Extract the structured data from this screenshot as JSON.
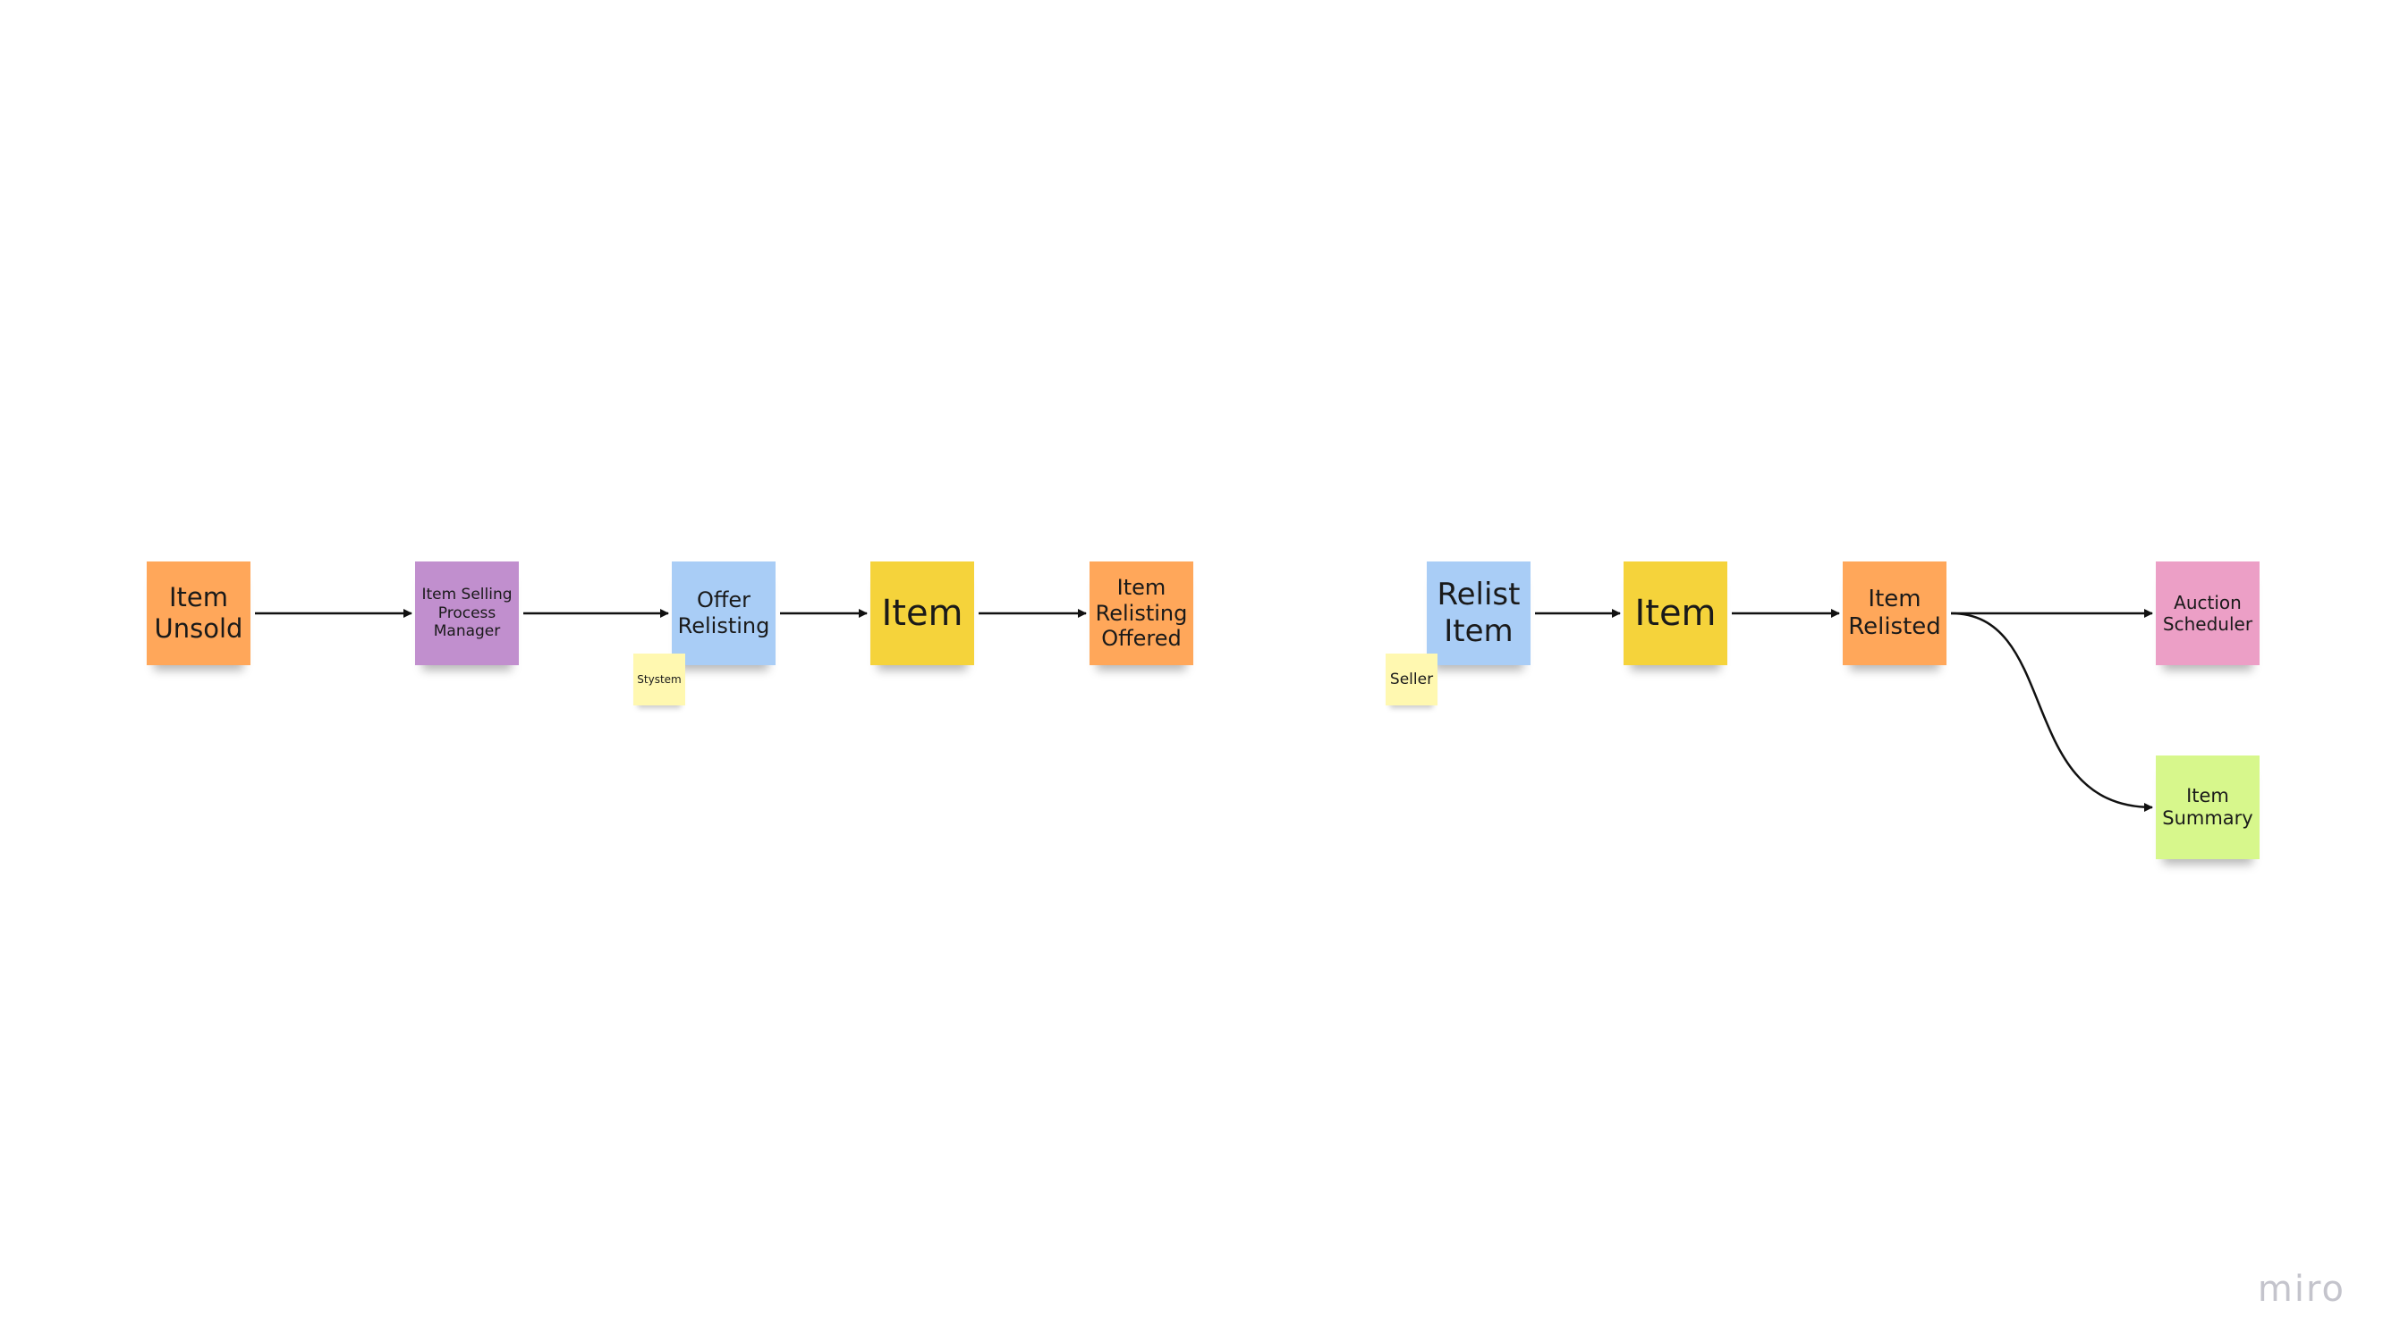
{
  "brand": {
    "logo_text": "miro"
  },
  "colors": {
    "orange": "#ffa75a",
    "purple": "#c18fce",
    "blue": "#a9cdf6",
    "yellow": "#f5d33b",
    "light_yellow": "#fff8b0",
    "pink": "#ec9fc6",
    "green": "#d7f78c",
    "connector": "#111111"
  },
  "stickies": [
    {
      "id": "item-unsold",
      "text": "Item\nUnsold",
      "color": "#ffa75a"
    },
    {
      "id": "item-selling-manager",
      "text": "Item Selling\nProcess\nManager",
      "color": "#c18fce"
    },
    {
      "id": "offer-relisting",
      "text": "Offer\nRelisting",
      "color": "#a9cdf6"
    },
    {
      "id": "item-1",
      "text": "Item",
      "color": "#f5d33b"
    },
    {
      "id": "item-relisting-offered",
      "text": "Item\nRelisting\nOffered",
      "color": "#ffa75a"
    },
    {
      "id": "system",
      "text": "Stystem",
      "color": "#fff8b0"
    },
    {
      "id": "relist-item",
      "text": "Relist\nItem",
      "color": "#a9cdf6"
    },
    {
      "id": "seller",
      "text": "Seller",
      "color": "#fff8b0"
    },
    {
      "id": "item-2",
      "text": "Item",
      "color": "#f5d33b"
    },
    {
      "id": "item-relisted",
      "text": "Item\nRelisted",
      "color": "#ffa75a"
    },
    {
      "id": "auction-scheduler",
      "text": "Auction\nScheduler",
      "color": "#ec9fc6"
    },
    {
      "id": "item-summary",
      "text": "Item\nSummary",
      "color": "#d7f78c"
    }
  ],
  "connectors": [
    {
      "from": "item-unsold",
      "to": "item-selling-manager"
    },
    {
      "from": "item-selling-manager",
      "to": "offer-relisting"
    },
    {
      "from": "offer-relisting",
      "to": "item-1"
    },
    {
      "from": "item-1",
      "to": "item-relisting-offered"
    },
    {
      "from": "relist-item",
      "to": "item-2"
    },
    {
      "from": "item-2",
      "to": "item-relisted"
    },
    {
      "from": "item-relisted",
      "to": "auction-scheduler"
    },
    {
      "from": "item-relisted",
      "to": "item-summary",
      "curved": true
    }
  ]
}
